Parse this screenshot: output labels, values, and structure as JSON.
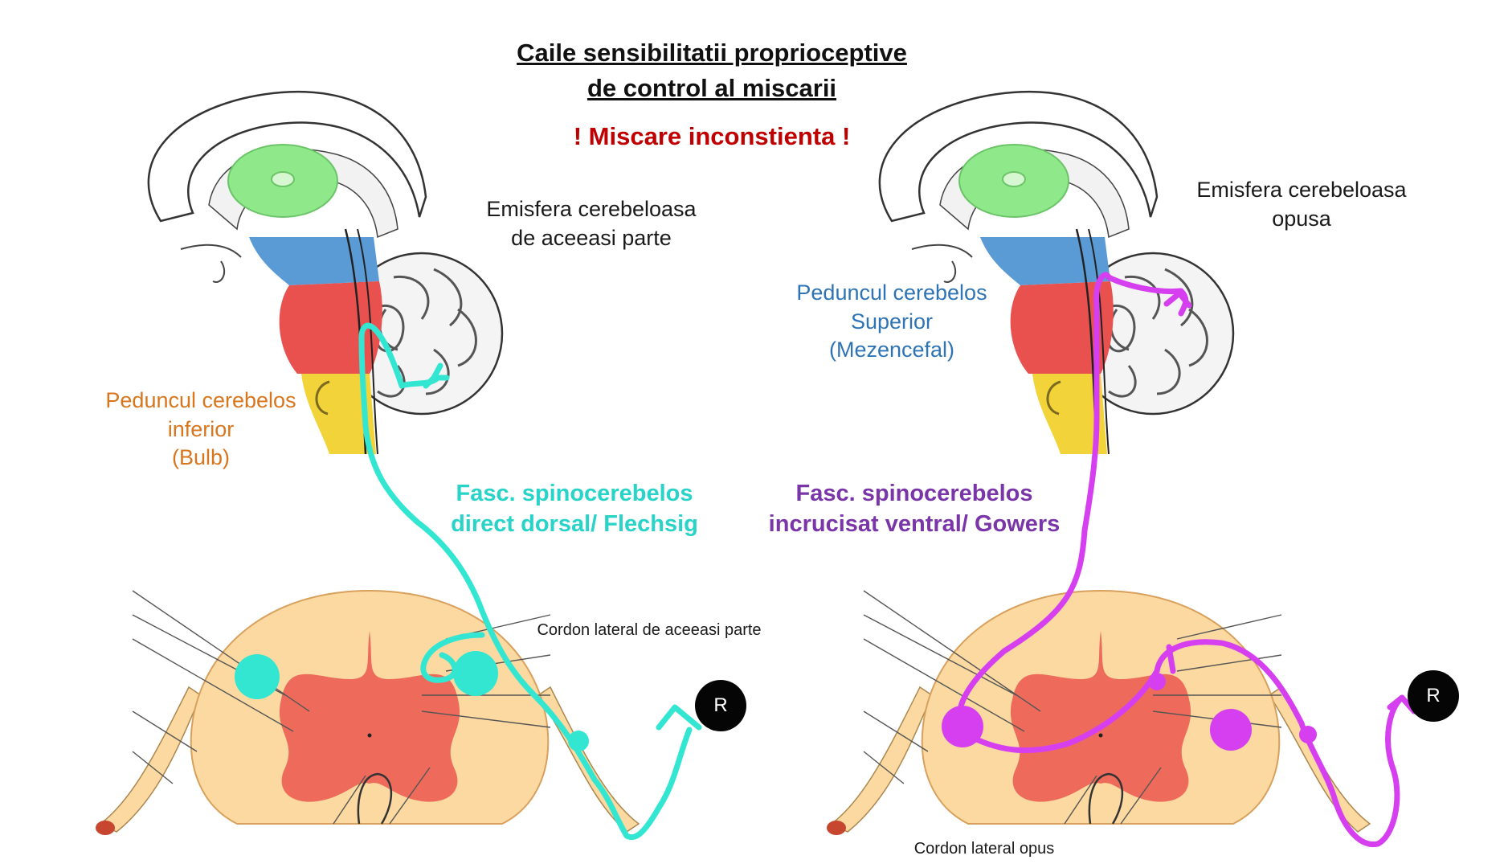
{
  "title": {
    "line1": "Caile sensibilitatii proprioceptive",
    "line2": "de control al miscarii"
  },
  "subtitle": "! Miscare inconstienta !",
  "labels": {
    "left_hemisphere_1": "Emisfera cerebeloasa",
    "left_hemisphere_2": "de aceeasi parte",
    "right_hemisphere_1": "Emisfera cerebeloasa",
    "right_hemisphere_2": "opusa",
    "inferior_peduncle_1": "Peduncul cerebelos",
    "inferior_peduncle_2": "inferior",
    "inferior_peduncle_3": "(Bulb)",
    "superior_peduncle_1": "Peduncul cerebelos",
    "superior_peduncle_2": "Superior",
    "superior_peduncle_3": "(Mezencefal)",
    "flechsig_1": "Fasc. spinocerebelos",
    "flechsig_2": "direct dorsal/ Flechsig",
    "gowers_1": "Fasc. spinocerebelos",
    "gowers_2": "incrucisat ventral/ Gowers",
    "cordon_same": "Cordon lateral de aceeasi parte",
    "cordon_opposite": "Cordon lateral opus",
    "receptor_left": "R",
    "receptor_right": "R"
  },
  "colors": {
    "flechsig_tract": "#33e6d2",
    "gowers_tract": "#d63ff0",
    "thalamus": "#8fe88a",
    "midbrain": "#5b9bd5",
    "pons": "#e9514f",
    "medulla": "#f2d43a",
    "spinal_gray": "#ee6b5c",
    "spinal_white": "#fbd9a0",
    "title_alert": "#c00000"
  }
}
